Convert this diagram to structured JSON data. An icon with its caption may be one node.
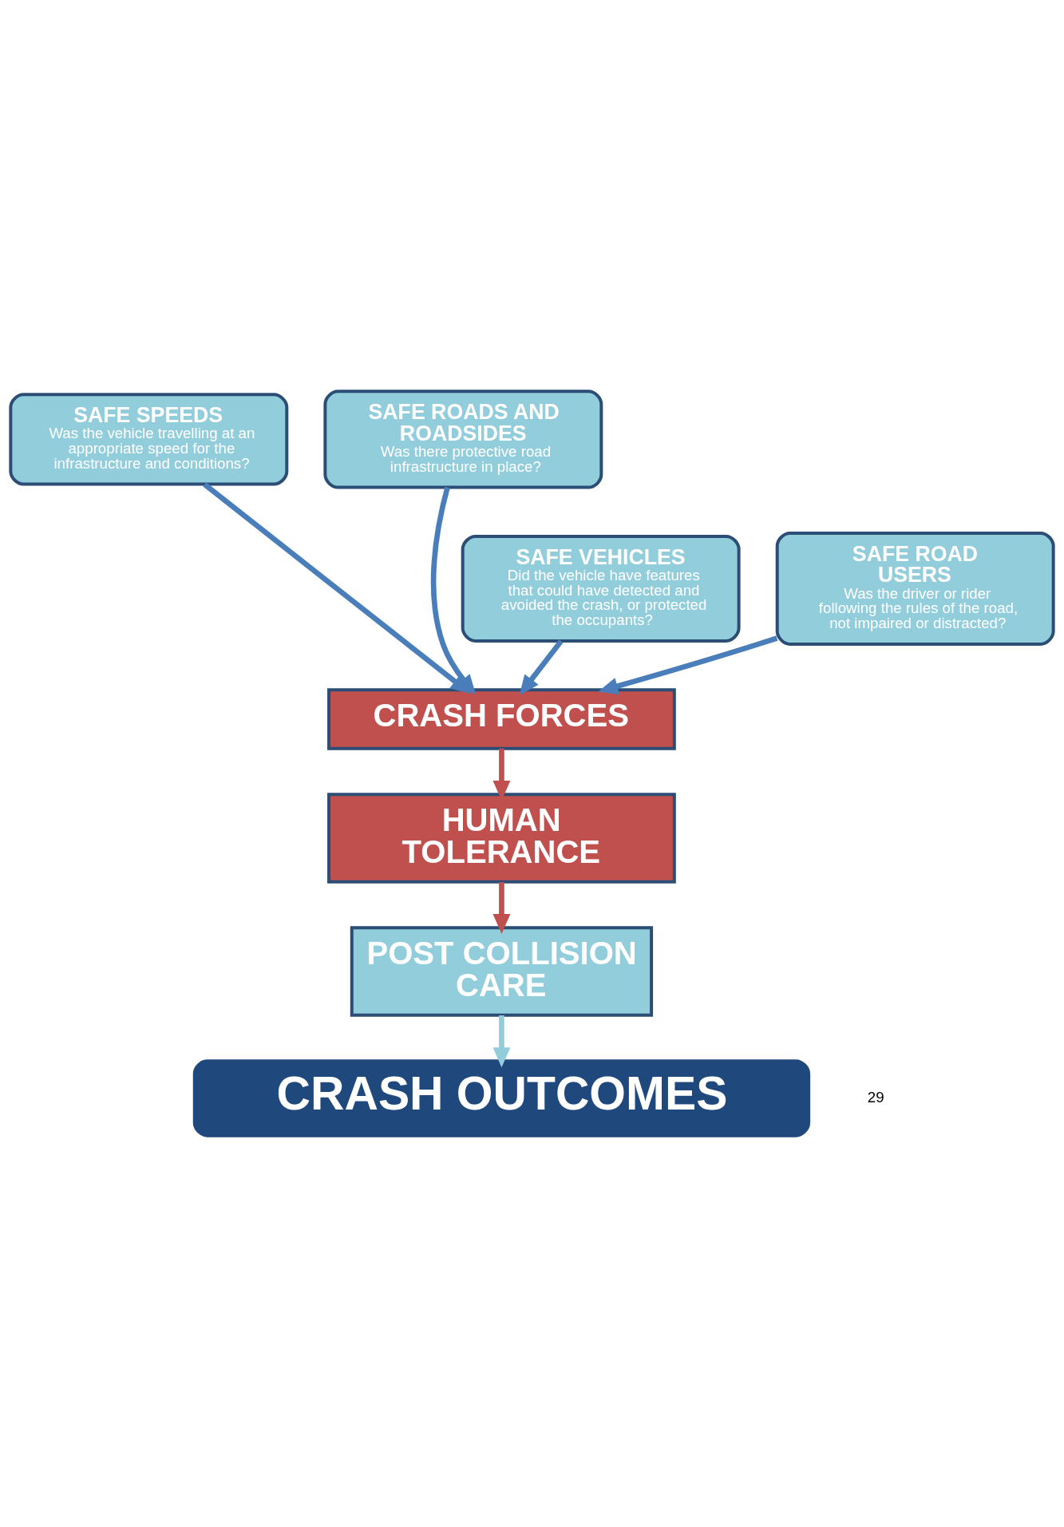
{
  "diagram": {
    "nodes": [
      {
        "text": [
          "SAFE SPEEDS",
          "Was the vehicle travelling at an appropriate speed for the infrastructure and conditions?"
        ]
      },
      {
        "text": [
          "SAFE ROADS AND ROADSIDES",
          "Was there protective road infrastructure in place?"
        ]
      },
      {
        "text": [
          "SAFE VEHICLES",
          "Did the vehicle have features that could have detected and avoided the crash, or protected the occupants?"
        ]
      },
      {
        "text": [
          "SAFE ROAD USERS",
          "Was the driver or rider following the rules of the road, not impaired or distracted?"
        ]
      },
      {
        "text": [
          "CRASH FORCES"
        ]
      },
      {
        "text": [
          "HUMAN TOLERANCE"
        ]
      },
      {
        "text": [
          "POST COLLISION CARE"
        ]
      },
      {
        "text": [
          "CRASH OUTCOMES"
        ]
      }
    ],
    "edges": [
      {
        "from": 0,
        "to": 4,
        "arrow": "to"
      },
      {
        "from": 2,
        "to": 4,
        "arrow": "to"
      },
      {
        "from": 1,
        "to": 4,
        "arrow": "to"
      },
      {
        "from": 3,
        "to": 4,
        "arrow": "to"
      },
      {
        "from": 4,
        "to": 5,
        "arrow": "to",
        "color": "#c0504d"
      },
      {
        "from": 5,
        "to": 6,
        "arrow": "to",
        "color": "#c0504d"
      },
      {
        "from": 6,
        "to": 7,
        "arrow": "to",
        "color": "#92cddc"
      }
    ],
    "labels": [
      "29"
    ]
  }
}
